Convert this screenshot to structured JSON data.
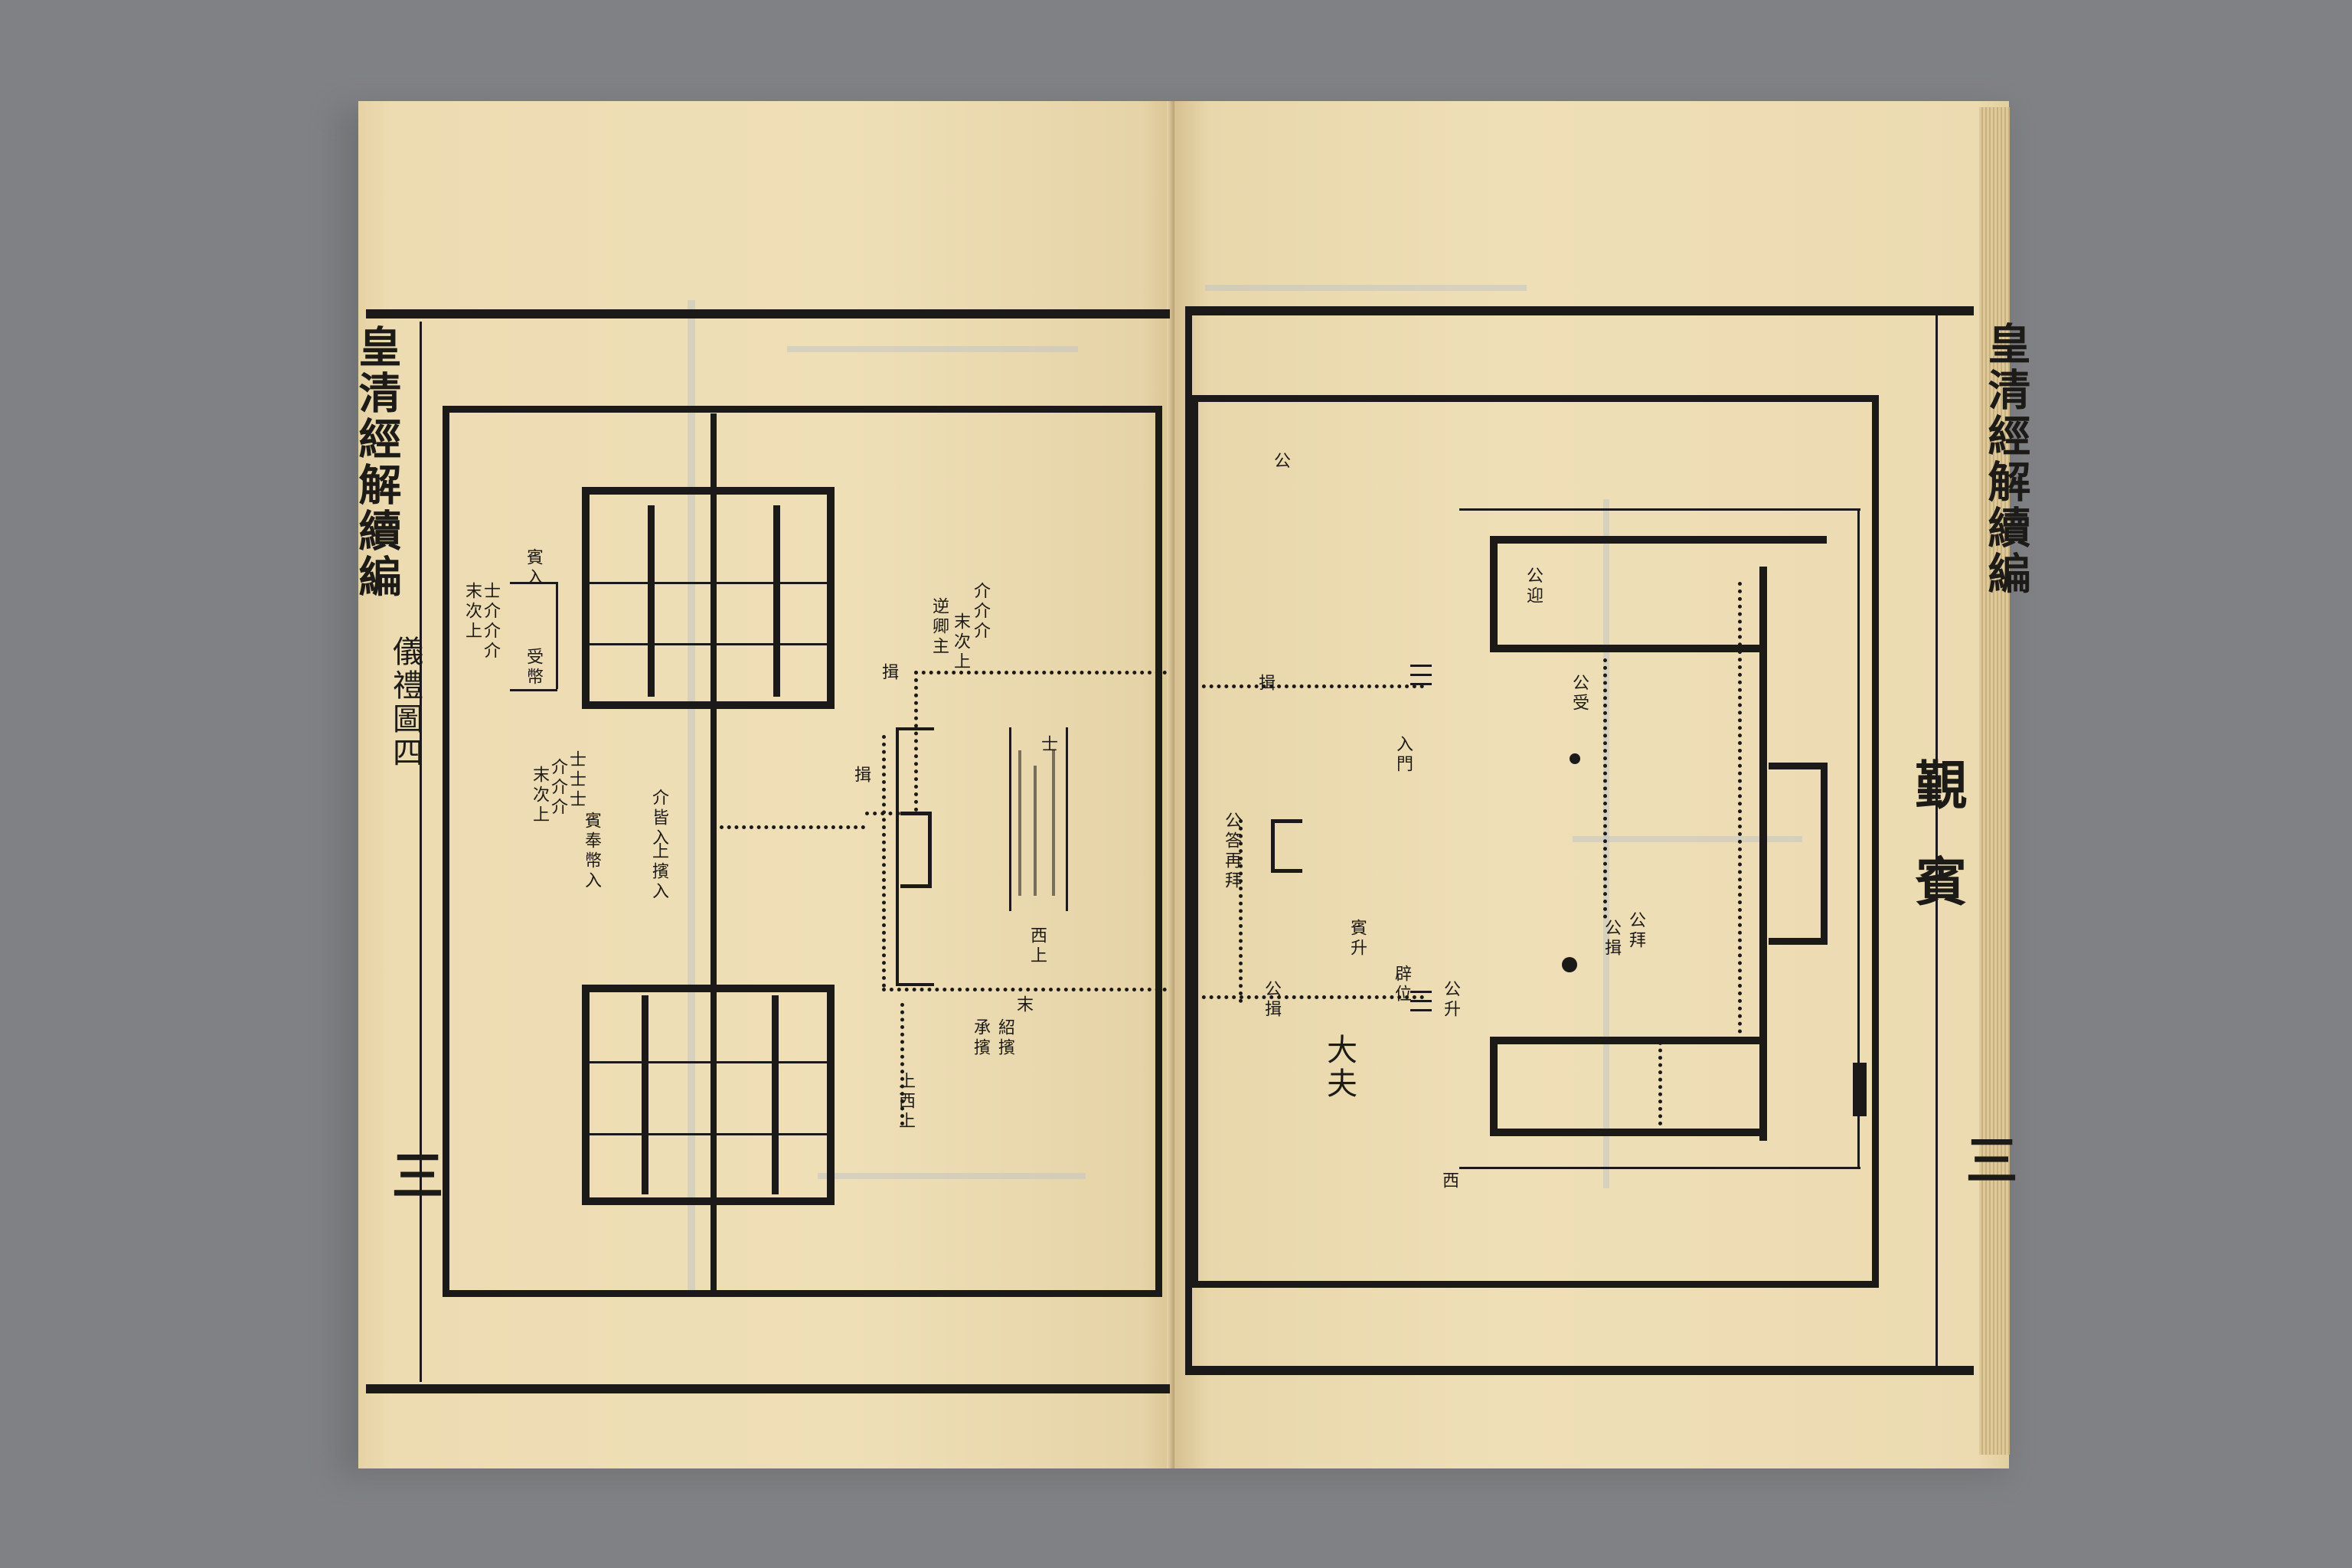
{
  "left_page": {
    "running_title": "皇清經解續編",
    "section_label": "儀禮圖四",
    "folio": "三",
    "labels": [
      {
        "name": "label-gate-a",
        "text": "賓入"
      },
      {
        "name": "label-tiers-a",
        "text": "士介介介"
      },
      {
        "name": "label-tiers-b",
        "text": "末次上"
      },
      {
        "name": "label-clothing",
        "text": "受幣"
      },
      {
        "name": "label-steward",
        "text": "介介介"
      },
      {
        "name": "label-steward-b",
        "text": "末次上"
      },
      {
        "name": "label-steward-c",
        "text": "逆卿主"
      },
      {
        "name": "label-escort",
        "text": "士士士"
      },
      {
        "name": "label-escort-b",
        "text": "介介介"
      },
      {
        "name": "label-escort-c",
        "text": "末次上"
      },
      {
        "name": "label-guest-attire",
        "text": "賓奉幣入"
      },
      {
        "name": "label-gate-b",
        "text": "介皆入"
      },
      {
        "name": "label-bow",
        "text": "上擯入"
      },
      {
        "name": "label-bow-b",
        "text": "揖"
      },
      {
        "name": "label-bow-c",
        "text": "揖"
      },
      {
        "name": "label-bow-d",
        "text": "西上"
      },
      {
        "name": "label-host-usher",
        "text": "承擯"
      },
      {
        "name": "label-host-usher-b",
        "text": "紹擯"
      },
      {
        "name": "label-host-usher-c",
        "text": "末"
      },
      {
        "name": "label-west-top",
        "text": "上西上"
      },
      {
        "name": "label-note-block",
        "text": "士"
      }
    ]
  },
  "right_page": {
    "running_title": "皇清經解續編",
    "section_label": "覲",
    "section_label_b": "賓",
    "folio": "三",
    "labels": [
      {
        "name": "label-tiny-mark",
        "text": "公"
      },
      {
        "name": "label-bow-e",
        "text": "揖"
      },
      {
        "name": "label-gate-c",
        "text": "入門"
      },
      {
        "name": "label-host-left",
        "text": "公答再拜"
      },
      {
        "name": "label-host-right",
        "text": "公揖"
      },
      {
        "name": "label-host-lord",
        "text": "公拜"
      },
      {
        "name": "label-host-lord-b",
        "text": "公揖"
      },
      {
        "name": "label-guest-go",
        "text": "賓升"
      },
      {
        "name": "label-ascend",
        "text": "公升"
      },
      {
        "name": "label-ascend-b",
        "text": "公受"
      },
      {
        "name": "label-meet",
        "text": "公迎"
      },
      {
        "name": "label-great-guest",
        "text": "大夫"
      },
      {
        "name": "label-west",
        "text": "西"
      },
      {
        "name": "label-dais",
        "text": "辟位"
      }
    ]
  }
}
